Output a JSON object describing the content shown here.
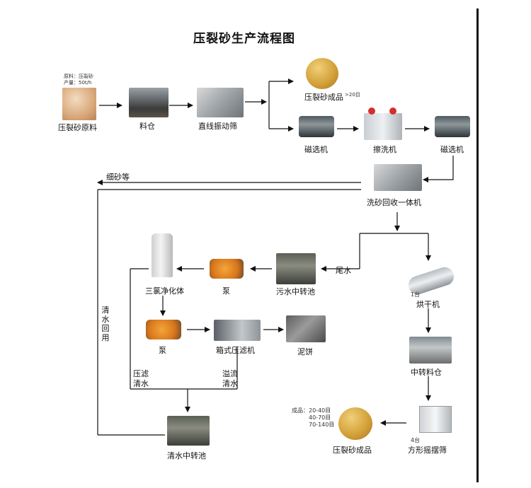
{
  "title": "压裂砂生产流程图",
  "raw": {
    "label": "压裂砂原料",
    "spec_material": "原料：压裂砂",
    "spec_output": "产量：50t/h"
  },
  "bin": {
    "label": "料仓"
  },
  "screen_linear": {
    "label": "直线振动筛"
  },
  "product_top": {
    "label": "压裂砂成品",
    "mesh": ">20目"
  },
  "mag1": {
    "label": "磁选机"
  },
  "scrub": {
    "label": "擦洗机"
  },
  "mag2": {
    "label": "磁选机"
  },
  "washer": {
    "label": "洗砂回收一体机"
  },
  "fine": {
    "label": "细砂等"
  },
  "tail": {
    "label": "尾水"
  },
  "sewage_pond": {
    "label": "污水中转池"
  },
  "pump1": {
    "label": "泵"
  },
  "flocc": {
    "label": "三氯净化体"
  },
  "pump2": {
    "label": "泵"
  },
  "filter_press": {
    "label": "箱式压滤机"
  },
  "cake": {
    "label": "泥饼"
  },
  "press_water": {
    "label": "压滤\n清水"
  },
  "overflow": {
    "label": "溢流\n清水"
  },
  "clear_pond": {
    "label": "清水中转池"
  },
  "recycle": {
    "label": "清水回用"
  },
  "dryer": {
    "label": "烘干机",
    "count": "1台"
  },
  "transfer_bin": {
    "label": "中转料仓"
  },
  "square_screen": {
    "label": "方形摇摆筛",
    "count": "4台"
  },
  "product_bottom": {
    "label": "压裂砂成品",
    "grades_head": "成品：",
    "grade1": "20-40目",
    "grade2": "40-70目",
    "grade3": "70-140目"
  }
}
